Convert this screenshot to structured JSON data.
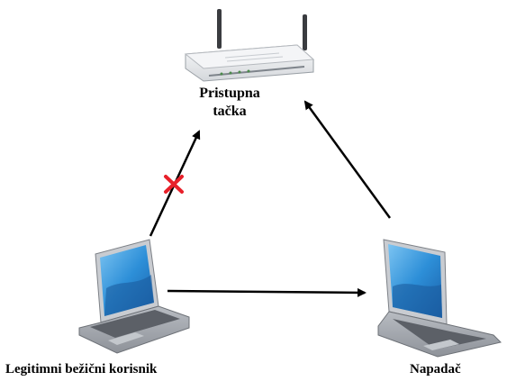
{
  "nodes": {
    "access_point": {
      "label_line1": "Pristupna",
      "label_line2": "tačka"
    },
    "legit_user": {
      "label": "Legitimni bežični korisnik"
    },
    "attacker": {
      "label": "Napadač"
    }
  },
  "colors": {
    "arrow": "#000000",
    "blocked_mark": "#e8202a",
    "screen": "#2d8fd8",
    "router_body": "#eef0f2"
  },
  "icons": [
    "router-icon",
    "laptop-icon",
    "laptop-icon",
    "blocked-x-icon"
  ]
}
